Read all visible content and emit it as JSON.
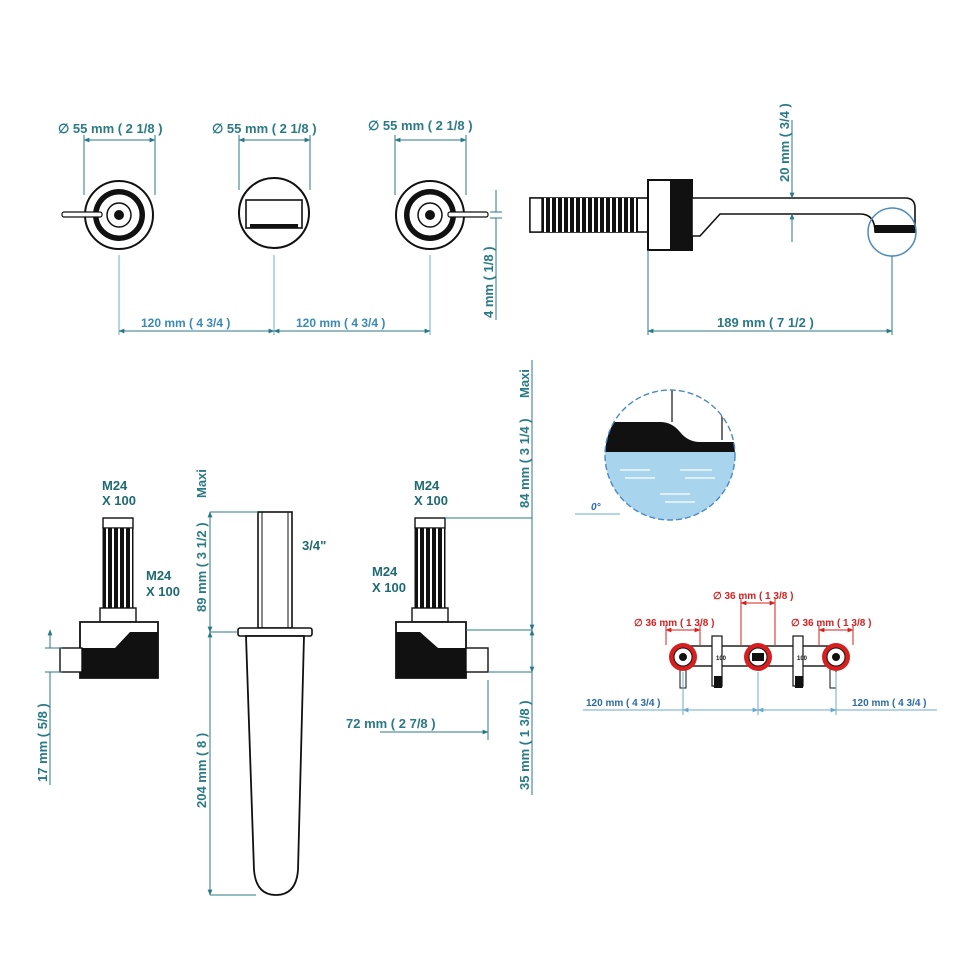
{
  "top_view": {
    "dia_left": "∅ 55 mm ( 2 1/8 )",
    "dia_mid": "∅ 55 mm ( 2 1/8 )",
    "dia_right": "∅ 55 mm ( 2 1/8 )",
    "spacing_left": "120 mm ( 4 3/4 )",
    "spacing_right": "120 mm ( 4 3/4 )",
    "handle_offset": "4 mm ( 1/8 )"
  },
  "side_view": {
    "spout_height": "20 mm ( 3/4 )",
    "spout_length": "189 mm ( 7 1/2 )"
  },
  "detail": {
    "angle": "0°"
  },
  "section_left": {
    "thread_top": "M24",
    "thread_top_len": "X 100",
    "thread_mid": "M24",
    "thread_mid_len": "X 100",
    "depth": "17 mm ( 5/8 )"
  },
  "section_mid": {
    "maxi": "Maxi",
    "upper": "89 mm ( 3 1/2 )",
    "lower": "204 mm ( 8 )",
    "pipe": "3/4\""
  },
  "section_right": {
    "thread_top": "M24",
    "thread_top_len": "X 100",
    "thread_mid": "M24",
    "thread_mid_len": "X 100",
    "maxi": "Maxi",
    "upper": "84 mm ( 3 1/4 )",
    "lower": "35 mm ( 1 3/8 )",
    "projection": "72 mm ( 2 7/8 )"
  },
  "rough_in": {
    "dia_center": "∅ 36 mm ( 1 3/8 )",
    "dia_left": "∅ 36 mm ( 1 3/8 )",
    "dia_right": "∅ 36 mm ( 1 3/8 )",
    "spacing_left": "120 mm ( 4 3/4 )",
    "spacing_right": "120 mm ( 4 3/4 )",
    "bracket_mark": "100"
  },
  "colors": {
    "dimension": "#2a7a86",
    "highlight": "#d81f1f",
    "water": "#a8d4ee"
  }
}
